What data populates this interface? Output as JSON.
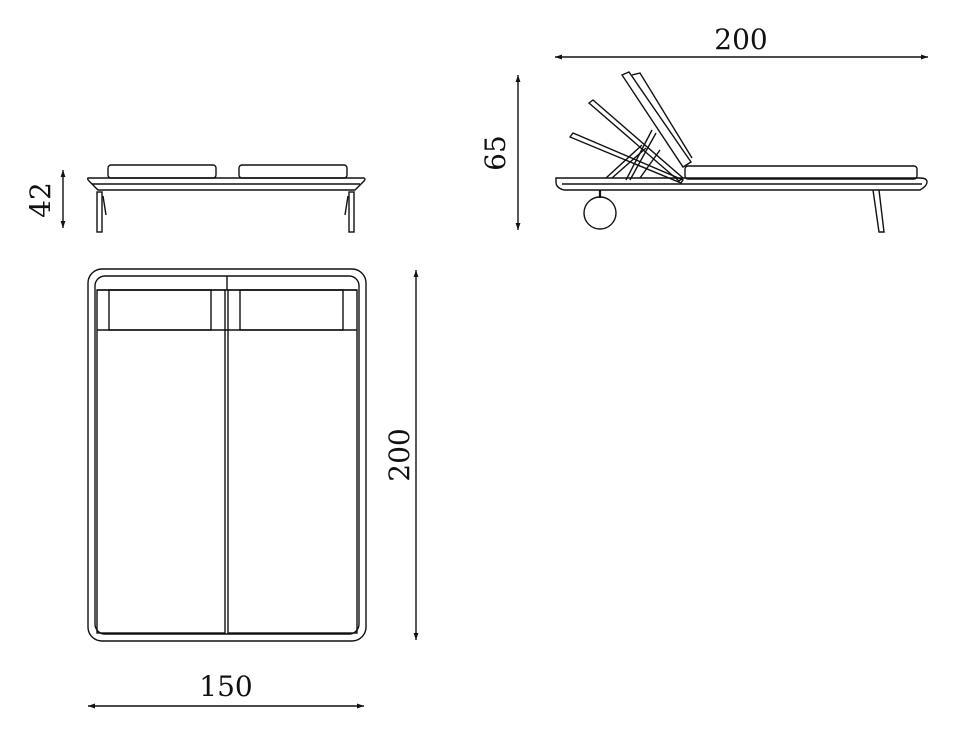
{
  "dimensions": {
    "front_height": "42",
    "side_length": "200",
    "side_height": "65",
    "plan_length": "200",
    "plan_width": "150"
  },
  "colors": {
    "line": "#111111",
    "background": "#ffffff"
  }
}
